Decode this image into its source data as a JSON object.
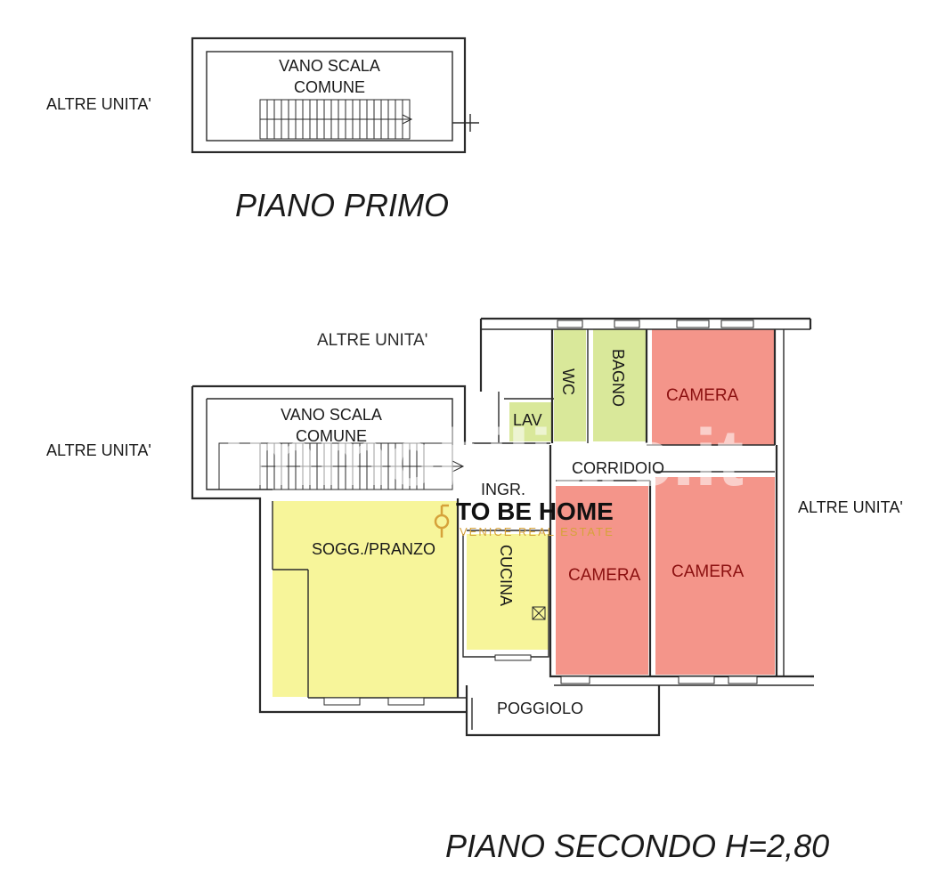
{
  "first_floor": {
    "title": "PIANO PRIMO",
    "stair_line1": "VANO SCALA",
    "stair_line2": "COMUNE",
    "neighbor_label": "ALTRE UNITA'"
  },
  "second_floor": {
    "title": "PIANO SECONDO H=2,80",
    "neighbor_top": "ALTRE UNITA'",
    "neighbor_left": "ALTRE UNITA'",
    "neighbor_right": "ALTRE UNITA'",
    "stair_line1": "VANO SCALA",
    "stair_line2": "COMUNE",
    "rooms": {
      "living": "SOGG./PRANZO",
      "kitchen": "CUCINA",
      "entry": "INGR.",
      "corridor": "CORRIDOIO",
      "laundry": "LAV",
      "wc": "WC",
      "bath": "BAGNO",
      "bedroom_top": "CAMERA",
      "bedroom_mid": "CAMERA",
      "bedroom_right": "CAMERA",
      "balcony": "POGGIOLO"
    }
  },
  "watermark": {
    "brand": "TO BE HOME",
    "brand_sub": "VENICE REAL ESTATE",
    "site": "immobiliare.it"
  },
  "colors": {
    "living": "#f7f59a",
    "service": "#d9e89a",
    "bedroom": "#f4958a",
    "brand_gold": "#d6a23a"
  }
}
